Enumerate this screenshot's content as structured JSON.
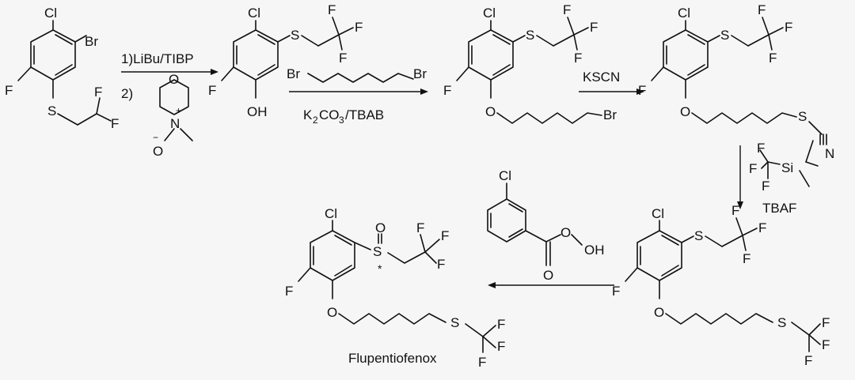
{
  "atoms": {
    "cl": "Cl",
    "br": "Br",
    "f": "F",
    "s": "S",
    "o": "O",
    "oh": "OH",
    "n": "N",
    "si": "Si",
    "plus": "+",
    "minus": "−",
    "star": "*"
  },
  "steps": {
    "step1": {
      "line1": "1)LiBu/TIBP",
      "line2_prefix": "2)"
    },
    "step2": {
      "reagent_left": "Br",
      "reagent_right": "Br",
      "conditions_k": "K",
      "conditions_sub2": "2",
      "conditions_co": "CO",
      "conditions_sub3": "3",
      "conditions_rest": "/TBAB"
    },
    "step3": {
      "reagent": "KSCN"
    },
    "step4": {
      "reagent": "TBAF"
    },
    "step5": {
      "reagent": "mCPBA"
    }
  },
  "product": {
    "name": "Flupentiofenox"
  }
}
